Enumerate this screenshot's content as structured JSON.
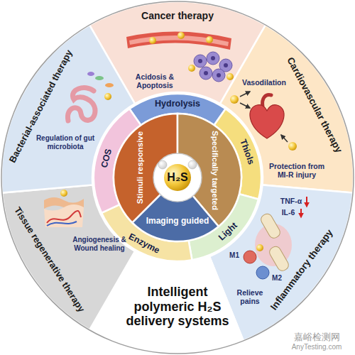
{
  "diagram": {
    "nodes": [
      {
        "text": [
          "Cancer therapy",
          "Acidosis & Apoptosis"
        ]
      },
      {
        "text": [
          "Cardiovascular therapy",
          "Vasodilation",
          "Protection from MI-R injury"
        ]
      },
      {
        "text": [
          "Inflammatory therapy",
          "TNF-α",
          "IL-6",
          "M1",
          "M2",
          "Relieve pains"
        ]
      },
      {
        "text": [
          "Intelligent polymeric H₂S delivery systems"
        ]
      },
      {
        "text": [
          "Tissue regenerative therapy",
          "Angiogenesis & Wound healing"
        ]
      },
      {
        "text": [
          "Bacterial-associated therapy",
          "Regulation of gut microbiota"
        ]
      },
      {
        "text": [
          "Hydrolysis"
        ]
      },
      {
        "text": [
          "Thiols"
        ]
      },
      {
        "text": [
          "Light"
        ]
      },
      {
        "text": [
          "Enzyme"
        ]
      },
      {
        "text": [
          "COS"
        ]
      },
      {
        "text": [
          "Stimuli responsive"
        ]
      },
      {
        "text": [
          "Specifically targeted"
        ]
      },
      {
        "text": [
          "Imaging guided"
        ]
      },
      {
        "text": [
          "H₂S"
        ]
      }
    ],
    "labels": [
      "嘉峪检测网",
      "AnyTesting.com"
    ]
  }
}
